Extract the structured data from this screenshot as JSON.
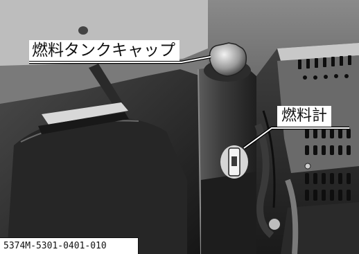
{
  "labels": {
    "fuel_tank_cap": "燃料タンクキャップ",
    "fuel_gauge": "燃料計"
  },
  "figure_code": "5374M-5301-0401-010",
  "colors": {
    "panel_dark": "#1c1c1c",
    "panel_mid": "#3a3a3a",
    "panel_light": "#6e6e6e",
    "highlight": "#cfcfcf",
    "callout_line": "#ffffff",
    "callout_outline": "#000000"
  }
}
